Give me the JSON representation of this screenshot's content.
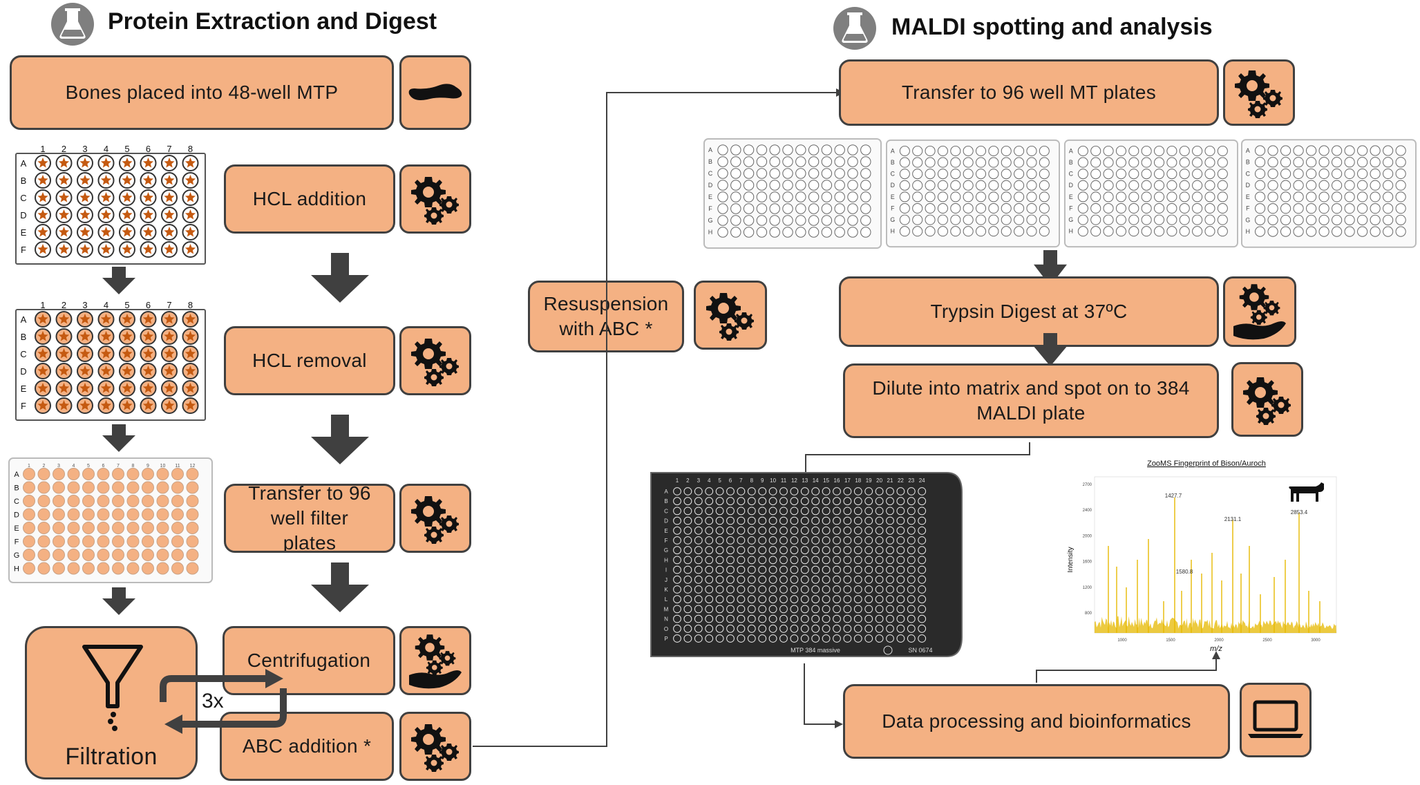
{
  "left": {
    "title": "Protein Extraction and Digest",
    "steps": {
      "bones": "Bones placed into 48-well MTP",
      "hcl_add": "HCL addition",
      "hcl_remove": "HCL removal",
      "transfer_filter": "Transfer to 96\nwell filter\nplates",
      "centrifugation": "Centrifugation",
      "abc_addition": "ABC addition *",
      "filtration": "Filtration",
      "repeat": "3x"
    },
    "plate48": {
      "cols": [
        "1",
        "2",
        "3",
        "4",
        "5",
        "6",
        "7",
        "8"
      ],
      "rows": [
        "A",
        "B",
        "C",
        "D",
        "E",
        "F"
      ]
    },
    "plate96": {
      "cols": [
        "1",
        "2",
        "3",
        "4",
        "5",
        "6",
        "7",
        "8",
        "9",
        "10",
        "11",
        "12"
      ],
      "rows": [
        "A",
        "B",
        "C",
        "D",
        "E",
        "F",
        "G",
        "H"
      ]
    }
  },
  "middle": {
    "resuspension": "Resuspension\nwith ABC *"
  },
  "right": {
    "title": "MALDI spotting and analysis",
    "steps": {
      "transfer96": "Transfer to 96 well MT plates",
      "trypsin": "Trypsin Digest at 37ºC",
      "dilute": "Dilute into matrix and spot on to 384\nMALDI plate",
      "data": "Data processing and bioinformatics"
    },
    "maldi_plate": {
      "cols": [
        "1",
        "2",
        "3",
        "4",
        "5",
        "6",
        "7",
        "8",
        "9",
        "10",
        "11",
        "12",
        "13",
        "14",
        "15",
        "16",
        "17",
        "18",
        "19",
        "20",
        "21",
        "22",
        "23",
        "24"
      ],
      "rows": [
        "A",
        "B",
        "C",
        "D",
        "E",
        "F",
        "G",
        "H",
        "I",
        "J",
        "K",
        "L",
        "M",
        "N",
        "O",
        "P"
      ],
      "footer_left": "MTP 384 massive",
      "footer_right": "SN 0674"
    }
  },
  "spectrum": {
    "title": "ZooMS Fingerprint of Bison/Auroch",
    "ylabel": "Intensity",
    "xlabel": "m/z",
    "peak_labels": [
      "1427.7",
      "2131.1",
      "2853.4",
      "1580.8"
    ],
    "ytick_labels": [
      "800",
      "1200",
      "1600",
      "2000",
      "2400",
      "2700"
    ],
    "xtick_labels": [
      "1000",
      "1500",
      "2000",
      "2500",
      "3000"
    ]
  },
  "icons": {
    "gear": "gear-icon",
    "hand": "hand-icon",
    "laptop": "laptop-icon",
    "flask": "flask-icon",
    "funnel": "funnel-icon",
    "cow": "cow-icon",
    "bone": "bone-icon"
  },
  "colors": {
    "box_fill": "#f4b183",
    "box_border": "#404040",
    "arrow": "#404040",
    "well_fill": "#f4b183",
    "star": "#c55a11",
    "spectrum_line": "#e6b800"
  }
}
